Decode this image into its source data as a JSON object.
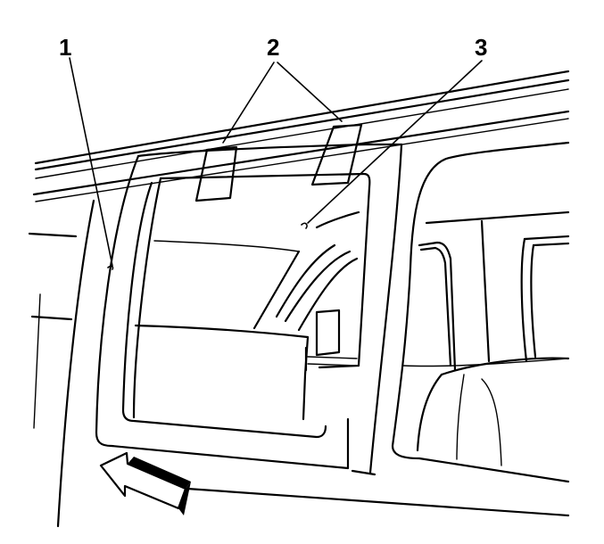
{
  "callouts": [
    {
      "id": "1",
      "label": "1"
    },
    {
      "id": "2",
      "label": "2"
    },
    {
      "id": "3",
      "label": "3"
    }
  ],
  "colors": {
    "line": "#000000",
    "background": "#ffffff"
  },
  "icons": {
    "direction_arrow": "front-direction-arrow-icon"
  }
}
